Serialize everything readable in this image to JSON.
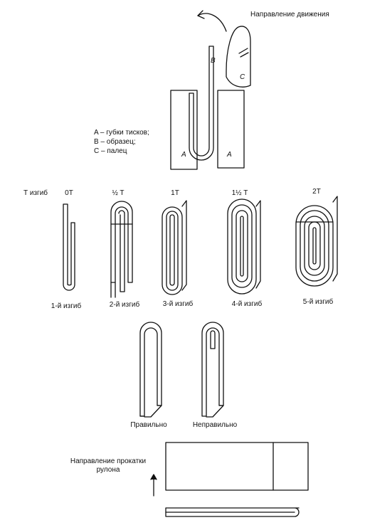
{
  "vise": {
    "direction_label": "Направление движения",
    "label_b": "B",
    "label_c": "C",
    "label_a_left": "A",
    "label_a_right": "A",
    "legend": [
      "A – губки тисков;",
      "B – образец;",
      "C – палец"
    ]
  },
  "t_bend": {
    "row_label": "Т изгиб",
    "columns": [
      {
        "t_label": "0T",
        "bend_label": "1-й изгиб"
      },
      {
        "t_label": "½ T",
        "bend_label": "2-й изгиб"
      },
      {
        "t_label": "1T",
        "bend_label": "3-й изгиб"
      },
      {
        "t_label": "1½ T",
        "bend_label": "4-й изгиб"
      },
      {
        "t_label": "2T",
        "bend_label": "5-й изгиб"
      }
    ]
  },
  "correctness": {
    "correct_label": "Правильно",
    "incorrect_label": "Неправильно"
  },
  "roll": {
    "direction_label": "Направление прокатки рулона"
  },
  "colors": {
    "stroke": "#111111",
    "background": "#ffffff"
  }
}
